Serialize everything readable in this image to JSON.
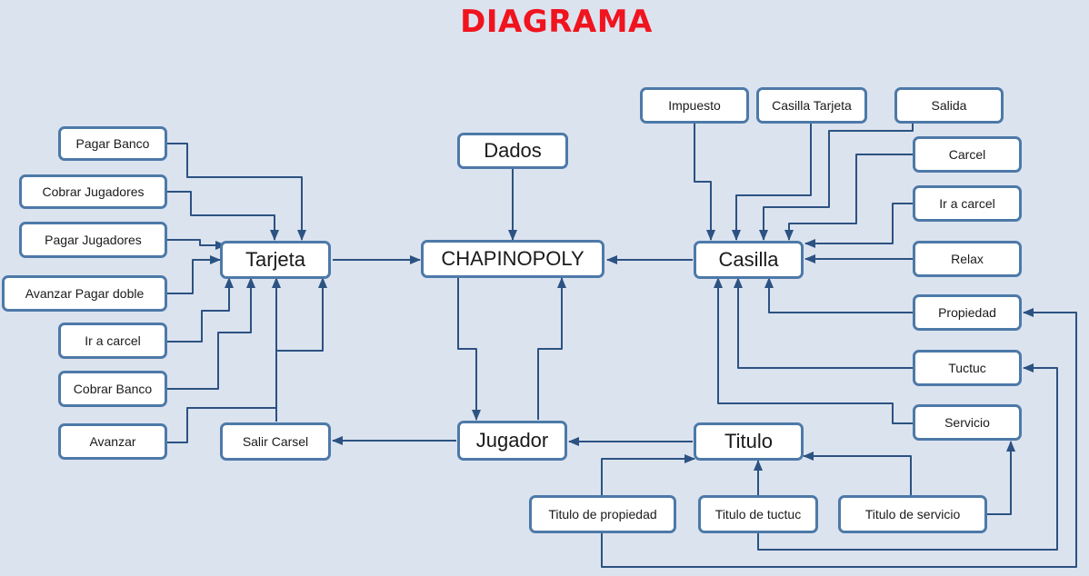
{
  "title": "DIAGRAMA",
  "colors": {
    "background": "#dbe3ef",
    "title": "#f0141e",
    "node_border": "#4d79a8",
    "edge": "#2c5282"
  },
  "nodes": {
    "pagar_banco": "Pagar Banco",
    "cobrar_jugadores": "Cobrar Jugadores",
    "pagar_jugadores": "Pagar Jugadores",
    "avanzar_pagar_doble": "Avanzar Pagar doble",
    "ir_a_carcel_left": "Ir a carcel",
    "cobrar_banco": "Cobrar Banco",
    "avanzar": "Avanzar",
    "tarjeta": "Tarjeta",
    "salir_carsel": "Salir Carsel",
    "dados": "Dados",
    "chapinopoly": "CHAPINOPOLY",
    "jugador": "Jugador",
    "casilla": "Casilla",
    "titulo": "Titulo",
    "impuesto": "Impuesto",
    "casilla_tarjeta": "Casilla Tarjeta",
    "salida": "Salida",
    "carcel": "Carcel",
    "ir_a_carcel_right": "Ir a carcel",
    "relax": "Relax",
    "propiedad": "Propiedad",
    "tuctuc": "Tuctuc",
    "servicio": "Servicio",
    "titulo_de_propiedad": "Titulo de propiedad",
    "titulo_de_tuctuc": "Titulo de tuctuc",
    "titulo_de_servicio": "Titulo de servicio"
  },
  "edges": [
    {
      "from": "pagar_banco",
      "to": "tarjeta"
    },
    {
      "from": "cobrar_jugadores",
      "to": "tarjeta"
    },
    {
      "from": "pagar_jugadores",
      "to": "tarjeta"
    },
    {
      "from": "avanzar_pagar_doble",
      "to": "tarjeta"
    },
    {
      "from": "ir_a_carcel_left",
      "to": "tarjeta"
    },
    {
      "from": "cobrar_banco",
      "to": "tarjeta"
    },
    {
      "from": "avanzar",
      "to": "tarjeta"
    },
    {
      "from": "salir_carsel",
      "to": "tarjeta"
    },
    {
      "from": "tarjeta",
      "to": "chapinopoly"
    },
    {
      "from": "dados",
      "to": "chapinopoly"
    },
    {
      "from": "chapinopoly",
      "to": "jugador"
    },
    {
      "from": "jugador",
      "to": "chapinopoly"
    },
    {
      "from": "jugador",
      "to": "salir_carsel"
    },
    {
      "from": "casilla",
      "to": "chapinopoly"
    },
    {
      "from": "titulo",
      "to": "jugador"
    },
    {
      "from": "impuesto",
      "to": "casilla"
    },
    {
      "from": "casilla_tarjeta",
      "to": "casilla"
    },
    {
      "from": "salida",
      "to": "casilla"
    },
    {
      "from": "carcel",
      "to": "casilla"
    },
    {
      "from": "ir_a_carcel_right",
      "to": "casilla"
    },
    {
      "from": "relax",
      "to": "casilla"
    },
    {
      "from": "propiedad",
      "to": "casilla"
    },
    {
      "from": "tuctuc",
      "to": "casilla"
    },
    {
      "from": "servicio",
      "to": "casilla"
    },
    {
      "from": "titulo_de_propiedad",
      "to": "titulo"
    },
    {
      "from": "titulo_de_propiedad",
      "to": "propiedad"
    },
    {
      "from": "titulo_de_tuctuc",
      "to": "titulo"
    },
    {
      "from": "titulo_de_tuctuc",
      "to": "tuctuc"
    },
    {
      "from": "titulo_de_servicio",
      "to": "titulo"
    },
    {
      "from": "titulo_de_servicio",
      "to": "servicio"
    }
  ]
}
